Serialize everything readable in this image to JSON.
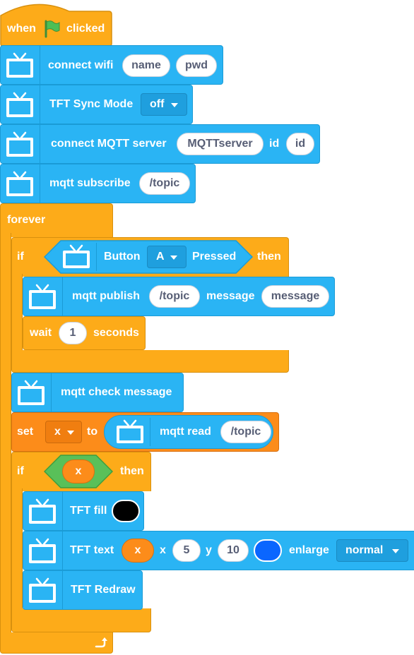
{
  "hat": {
    "when": "when",
    "clicked": "clicked"
  },
  "connect_wifi": {
    "label": "connect wifi",
    "ssid": "name",
    "password": "pwd"
  },
  "tft_sync": {
    "label": "TFT Sync Mode",
    "value": "off"
  },
  "mqtt_connect": {
    "label": "connect MQTT server",
    "server": "MQTTserver",
    "id_label": "id",
    "id_value": "id"
  },
  "mqtt_subscribe": {
    "label": "mqtt subscribe",
    "topic": "/topic"
  },
  "forever": {
    "label": "forever"
  },
  "if_button": {
    "if": "if",
    "button_label": "Button",
    "button_value": "A",
    "pressed": "Pressed",
    "then": "then"
  },
  "mqtt_publish": {
    "label": "mqtt publish",
    "topic": "/topic",
    "message_label": "message",
    "message_value": "message"
  },
  "wait": {
    "label": "wait",
    "value": "1",
    "unit": "seconds"
  },
  "mqtt_check": {
    "label": "mqtt check message"
  },
  "set_var": {
    "set": "set",
    "variable": "x",
    "to": "to",
    "reporter_label": "mqtt read",
    "reporter_topic": "/topic"
  },
  "if_x": {
    "if": "if",
    "condition": "x",
    "then": "then"
  },
  "tft_fill": {
    "label": "TFT fill",
    "color": "#000000"
  },
  "tft_text": {
    "label": "TFT text",
    "text": "x",
    "x_label": "x",
    "x_value": "5",
    "y_label": "y",
    "y_value": "10",
    "color": "#0a66ff",
    "enlarge_label": "enlarge",
    "enlarge_value": "normal"
  },
  "tft_redraw": {
    "label": "TFT Redraw"
  },
  "colors": {
    "extension": "#2ab4f4",
    "control": "#fdab19",
    "variables": "#fc8c1a",
    "operators": "#59c059",
    "flag": "#4cbf56"
  },
  "icons": [
    "flag-icon",
    "tv-icon",
    "dropdown-caret-icon",
    "loop-arrow-icon"
  ]
}
